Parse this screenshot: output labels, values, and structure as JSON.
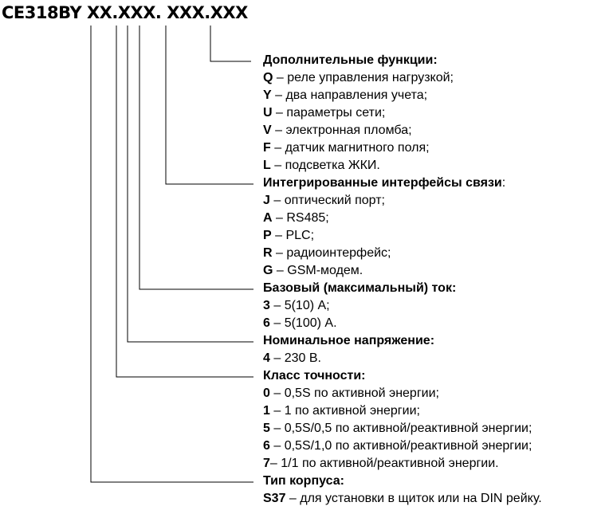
{
  "title": "CE318BY XX.XXX. XXX.XXX",
  "sections": [
    {
      "heading": "Дополнительные функции:",
      "items": [
        {
          "code": "Q",
          "text": " – реле управления нагрузкой;"
        },
        {
          "code": "Y",
          "text": " – два направления учета;"
        },
        {
          "code": "U",
          "text": " – параметры сети;"
        },
        {
          "code": "V",
          "text": " – электронная пломба;"
        },
        {
          "code": "F",
          "text": " – датчик магнитного поля;"
        },
        {
          "code": "L",
          "text": " – подсветка ЖКИ."
        }
      ]
    },
    {
      "heading": "Интегрированные интерфейсы связи",
      "heading_suffix": ":",
      "items": [
        {
          "code": "J",
          "text": " – оптический порт;"
        },
        {
          "code": "A",
          "text": " – RS485;"
        },
        {
          "code": "P",
          "text": " – PLC;"
        },
        {
          "code": "R",
          "text": " – радиоинтерфейс;"
        },
        {
          "code": "G",
          "text": " – GSM-модем."
        }
      ]
    },
    {
      "heading": "Базовый (максимальный) ток:",
      "items": [
        {
          "code": "3",
          "text": " – 5(10) А;"
        },
        {
          "code": "6",
          "text": " – 5(100) А."
        }
      ]
    },
    {
      "heading": "Номинальное напряжение:",
      "items": [
        {
          "code": "4",
          "text": " – 230 В."
        }
      ]
    },
    {
      "heading": "Класс точности:",
      "items": [
        {
          "code": "0",
          "text": " – 0,5S по активной энергии;"
        },
        {
          "code": "1",
          "text": " – 1 по активной энергии;"
        },
        {
          "code": "5",
          "text": " – 0,5S/0,5 по активной/реактивной энергии;"
        },
        {
          "code": "6",
          "text": " – 0,5S/1,0 по активной/реактивной энергии;"
        },
        {
          "code": "7",
          "text": "– 1/1 по активной/реактивной энергии."
        }
      ]
    },
    {
      "heading": "Тип корпуса:",
      "items": [
        {
          "code": "S37",
          "text": " – для установки в щиток или на DIN рейку."
        }
      ]
    }
  ]
}
